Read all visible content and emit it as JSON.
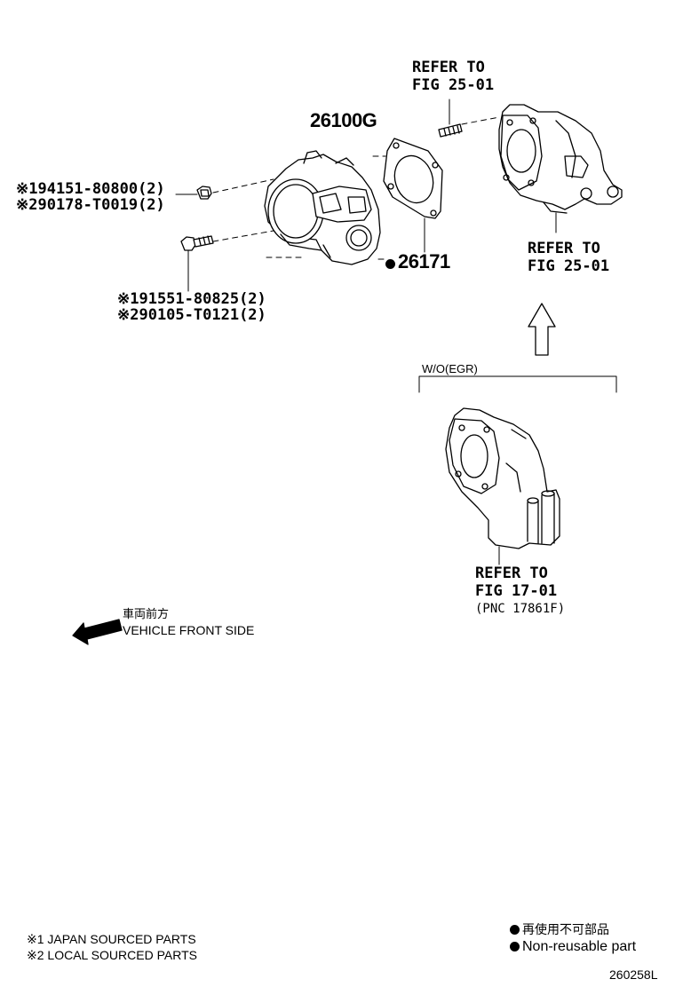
{
  "callouts": {
    "refer_top": {
      "line1": "REFER TO",
      "line2": "FIG 25-01"
    },
    "refer_right": {
      "line1": "REFER TO",
      "line2": "FIG 25-01"
    },
    "refer_bottom": {
      "line1": "REFER TO",
      "line2": "FIG 17-01",
      "line3": "(PNC 17861F)"
    }
  },
  "part_numbers": {
    "throttle_body": "26100G",
    "gasket": "26171",
    "nut_1": "※194151-80800(2)",
    "nut_2": "※290178-T0019(2)",
    "bolt_1": "※191551-80825(2)",
    "bolt_2": "※290105-T0121(2)"
  },
  "variant_label": "W/O(EGR)",
  "direction": {
    "jp": "車両前方",
    "en": "VEHICLE FRONT SIDE"
  },
  "legend": {
    "note1": "※1 JAPAN SOURCED PARTS",
    "note2": "※2 LOCAL SOURCED PARTS",
    "nonreusable_jp": "再使用不可部品",
    "nonreusable_en": "Non-reusable part"
  },
  "figure_code": "260258L"
}
